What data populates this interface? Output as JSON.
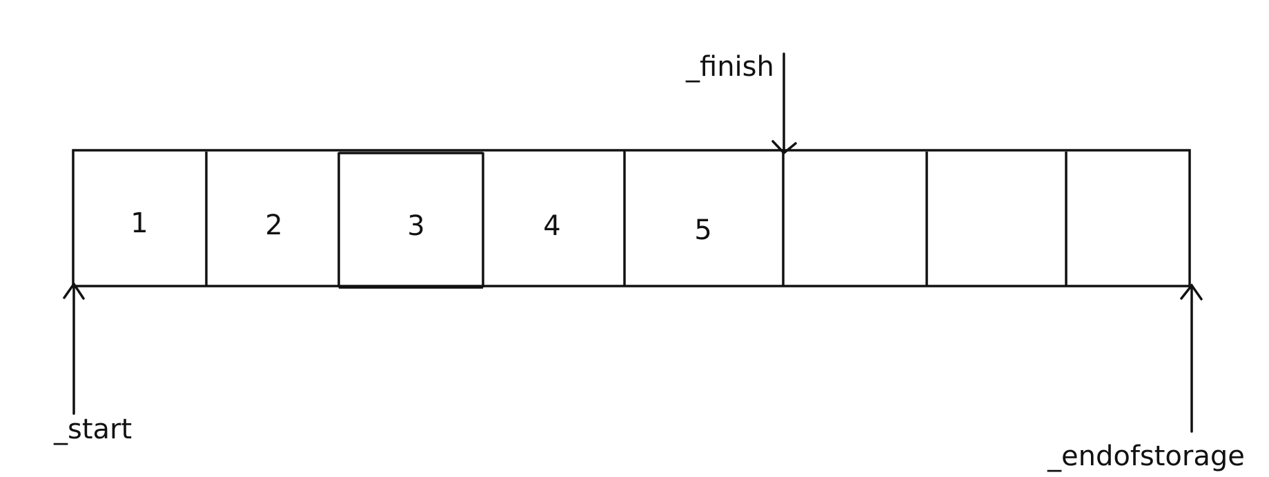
{
  "cells": [
    "1",
    "2",
    "3",
    "4",
    "5",
    "",
    "",
    ""
  ],
  "pointers": {
    "start": {
      "label": "_start"
    },
    "finish": {
      "label": "_finish"
    },
    "endofstorage": {
      "label": "_endofstorage"
    }
  },
  "colors": {
    "stroke": "#111111",
    "background": "#ffffff"
  }
}
